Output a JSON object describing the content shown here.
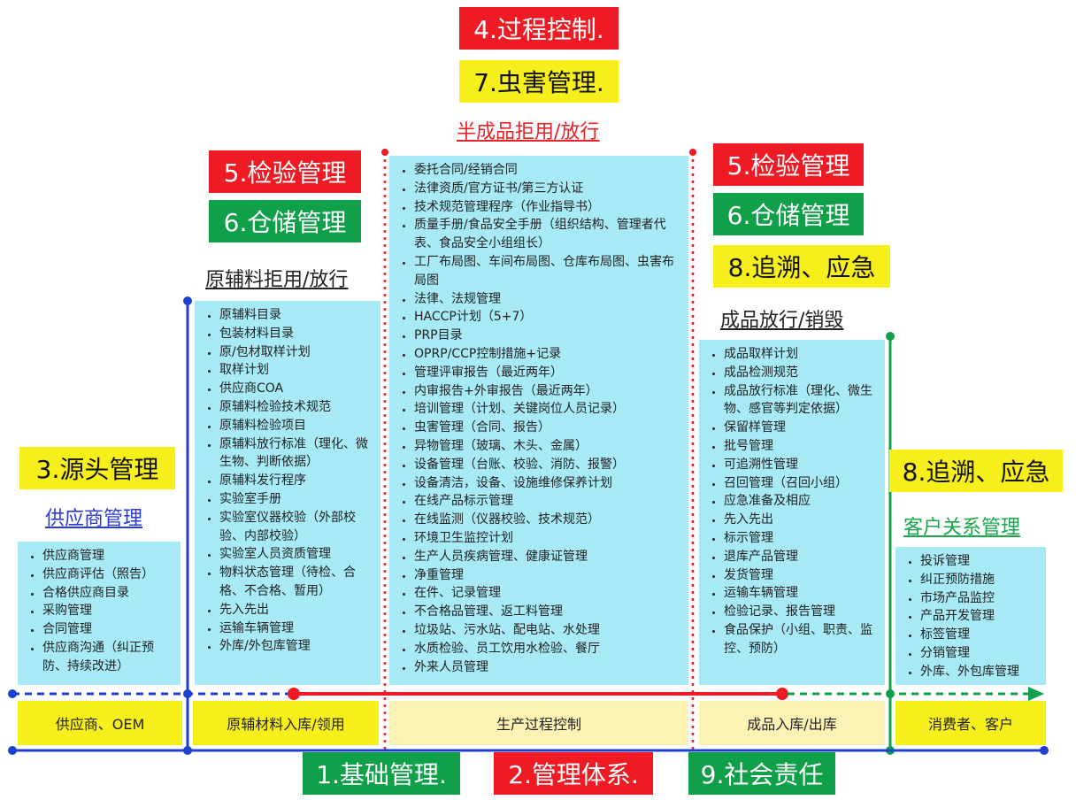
{
  "top_tags": {
    "process_control": "4.过程控制.",
    "pest_management": "7.虫害管理."
  },
  "semi_product_heading": "半成品拒用/放行",
  "left_tags": {
    "inspection": "5.检验管理",
    "storage": "6.仓储管理"
  },
  "raw_heading": "原辅料拒用/放行",
  "right_tags": {
    "inspection": "5.检验管理",
    "storage": "6.仓储管理",
    "trace": "8.追溯、应急"
  },
  "finished_heading": "成品放行/销毁",
  "source_tag": "3.源头管理",
  "supplier_heading": "供应商管理",
  "consumer_tag": "8.追溯、应急",
  "customer_heading": "客户关系管理",
  "supplier_items": [
    "供应商管理",
    "供应商评估（照告）",
    "合格供应商目录",
    "采购管理",
    "合同管理",
    "供应商沟通（纠正预防、持续改进）"
  ],
  "raw_items": [
    "原辅料目录",
    "包装材料目录",
    "原/包材取样计划",
    "取样计划",
    "供应商COA",
    "原辅料检验技术规范",
    "原辅料检验项目",
    "原辅料放行标准（理化、微生物、判断依据）",
    "原辅料发行程序",
    "实验室手册",
    "实验室仪器校验（外部校验、内部校验）",
    "实验室人员资质管理",
    "物料状态管理（待检、合格、不合格、暂用）",
    "先入先出",
    "运输车辆管理",
    "外库/外包库管理"
  ],
  "center_items": [
    "委托合同/经销合同",
    "法律资质/官方证书/第三方认证",
    "技术规范管理程序（作业指导书）",
    "质量手册/食品安全手册（组织结构、管理者代表、食品安全小组组长）",
    "工厂布局图、车间布局图、仓库布局图、虫害布局图",
    "法律、法规管理",
    "HACCP计划（5+7）",
    "PRP目录",
    "OPRP/CCP控制措施+记录",
    "管理评审报告（最近两年）",
    "内审报告+外审报告（最近两年）",
    "培训管理（计划、关键岗位人员记录）",
    "虫害管理（合同、报告）",
    "异物管理（玻璃、木头、金属）",
    "设备管理（台账、校验、消防、报警）",
    "设备清洁，设备、设施维修保养计划",
    "在线产品标示管理",
    "在线监测（仪器校验、技术规范）",
    "环境卫生监控计划",
    "生产人员疾病管理、健康证管理",
    "净重管理",
    "在件、记录管理",
    "不合格品管理、返工料管理",
    "垃圾站、污水站、配电站、水处理",
    "水质检验、员工饮用水检验、餐厅",
    "外来人员管理"
  ],
  "finished_items": [
    "成品取样计划",
    "成品检测规范",
    "成品放行标准（理化、微生物、感官等判定依据）",
    "保留样管理",
    "批号管理",
    "可追溯性管理",
    "召回管理（召回小组）",
    "应急准备及相应",
    "先入先出",
    "标示管理",
    "退库产品管理",
    "发货管理",
    "运输车辆管理",
    "检验记录、报告管理",
    "食品保护（小组、职责、监控、预防）"
  ],
  "customer_items": [
    "投诉管理",
    "纠正预防措施",
    "市场产品监控",
    "产品开发管理",
    "标签管理",
    "分销管理",
    "外库、外包库管理"
  ],
  "bottom_labels": {
    "supplier": "供应商、OEM",
    "raw": "原辅材料入库/领用",
    "production": "生产过程控制",
    "finished": "成品入库/出库",
    "consumer": "消费者、客户"
  },
  "bottom_tags": {
    "basic": "1.基础管理.",
    "system": "2.管理体系.",
    "social": "9.社会责任"
  },
  "colors": {
    "red": "#ee1b24",
    "yellow": "#f7ef1b",
    "green": "#10a04a",
    "cyan_box": "#a7e9f5",
    "blue_line": "#1f3fd0"
  }
}
